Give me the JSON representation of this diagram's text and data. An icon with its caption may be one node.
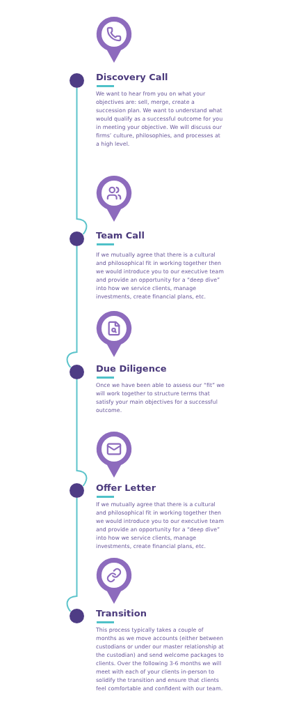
{
  "diagram": {
    "nodes": [
      {
        "text": [
          "Discovery Call",
          "We want to hear from you on what your objectives are: sell, merge, create a succession plan.  We want to understand what would qualify as a successful outcome for you in meeting your objective.  We will discuss our firms’ culture, philosophies, and processes at a high level."
        ]
      },
      {
        "text": [
          "Team Call",
          "If we mutually agree that there is a cultural and philosophical fit in working together then we would introduce you to our executive team and provide an opportunity for a “deep dive” into how we service clients, manage investments, create financial plans, etc."
        ]
      },
      {
        "text": [
          "Due Diligence",
          "Once we have been able to assess our “fit” we will work together to structure terms that satisfy your main objectives for a successful outcome."
        ]
      },
      {
        "text": [
          "Offer Letter",
          "If we mutually agree that there is a cultural and philosophical fit in working together then we would introduce you to our executive team and provide an opportunity for a “deep dive” into how we service clients, manage investments, create financial plans, etc."
        ]
      },
      {
        "text": [
          "Transition",
          "This process typically takes a couple of months as we move accounts (either between custodians or under our master relationship at the custodian) and send welcome packages to clients.  Over the following 3-6 months we will meet with each of your clients in-person to solidify the transition and ensure that clients feel comfortable and confident with our team."
        ]
      },
      {
        "text": [],
        "shape": "circle"
      },
      {
        "text": [],
        "shape": "circle"
      },
      {
        "text": [],
        "shape": "circle"
      },
      {
        "text": [],
        "shape": "circle"
      },
      {
        "text": [],
        "shape": "circle"
      }
    ],
    "edges": [
      {
        "from": 5,
        "to": 6,
        "arrow": "none"
      },
      {
        "from": 6,
        "to": 7,
        "arrow": "none"
      },
      {
        "from": 7,
        "to": 8,
        "arrow": "none"
      },
      {
        "from": 8,
        "to": 9,
        "arrow": "none"
      }
    ]
  }
}
